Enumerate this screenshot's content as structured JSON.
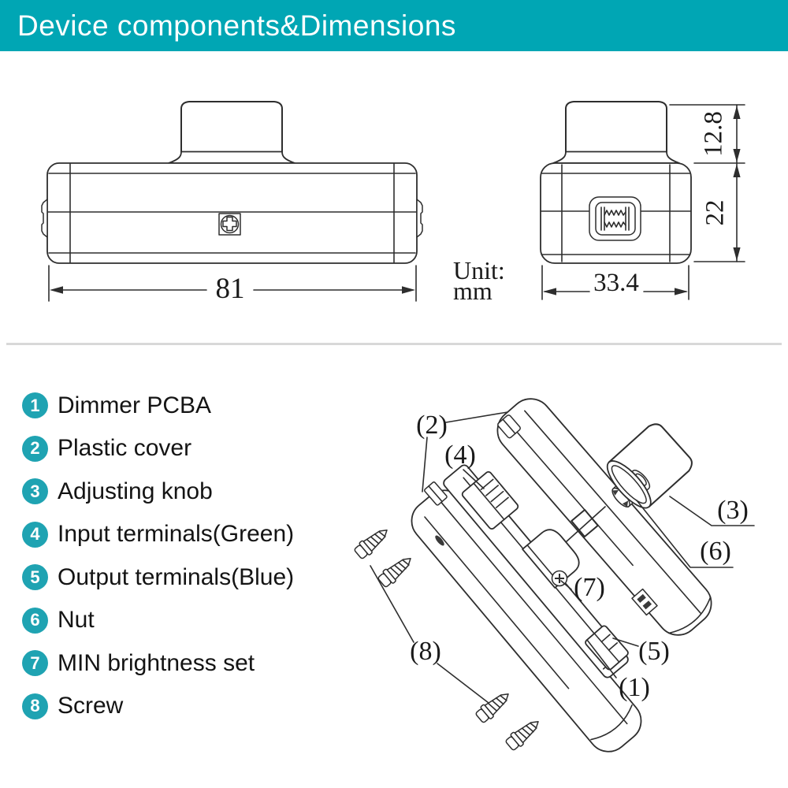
{
  "header": {
    "title": "Device components&Dimensions",
    "bg_color": "#00a6b4",
    "text_color": "#ffffff"
  },
  "drawing": {
    "unit_line1": "Unit:",
    "unit_line2": "mm",
    "front_width": "81",
    "side_width": "33.4",
    "side_body_height": "22",
    "side_knob_height": "12.8"
  },
  "components": {
    "badge_color": "#1fa3b2",
    "items": [
      {
        "number": "1",
        "label": "Dimmer PCBA"
      },
      {
        "number": "2",
        "label": "Plastic cover"
      },
      {
        "number": "3",
        "label": "Adjusting knob"
      },
      {
        "number": "4",
        "label": "Input terminals(Green)"
      },
      {
        "number": "5",
        "label": "Output terminals(Blue)"
      },
      {
        "number": "6",
        "label": "Nut"
      },
      {
        "number": "7",
        "label": "MIN brightness set"
      },
      {
        "number": "8",
        "label": "Screw"
      }
    ]
  },
  "exploded": {
    "labels": [
      "(1)",
      "(2)",
      "(3)",
      "(4)",
      "(5)",
      "(6)",
      "(7)",
      "(8)"
    ]
  }
}
